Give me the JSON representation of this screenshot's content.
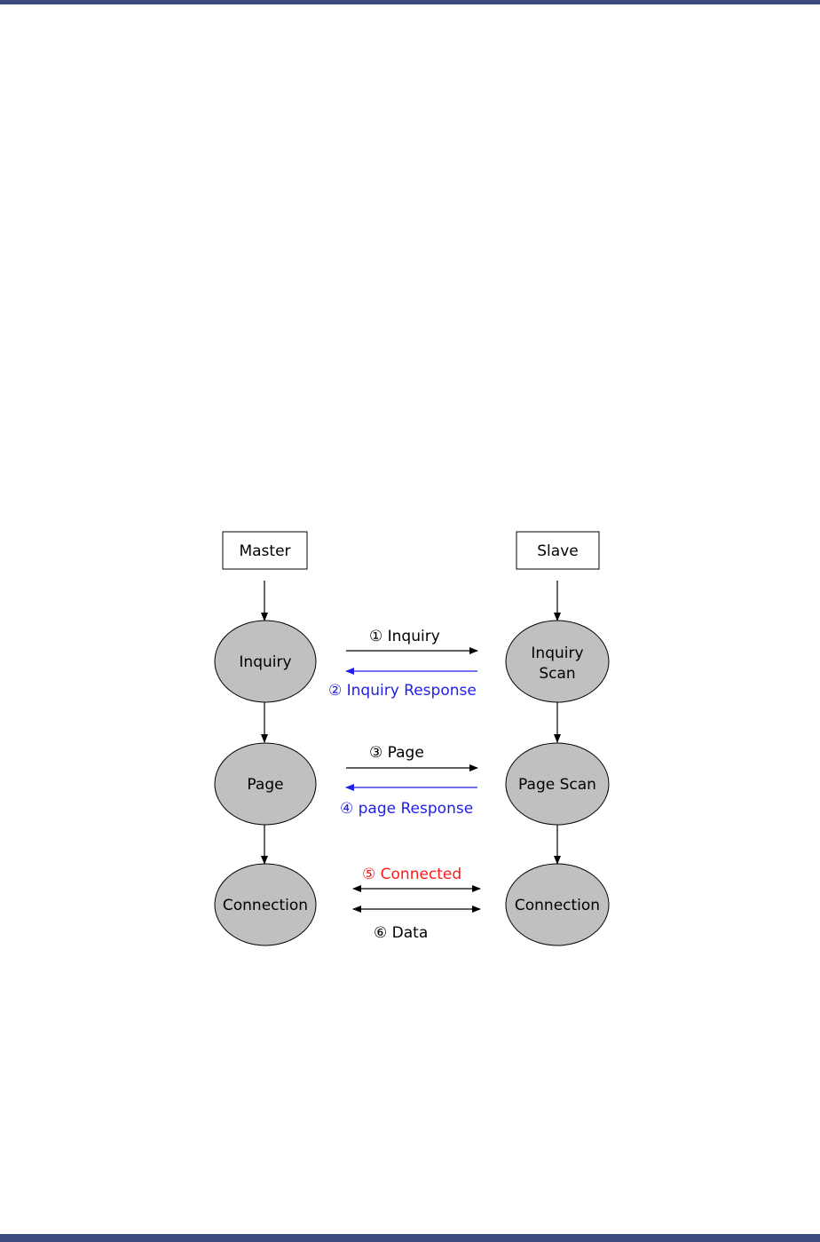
{
  "colors": {
    "frame_bar": "#3c4a82",
    "node_fill": "#c0c0c0",
    "request_arrow": "#000000",
    "response_arrow": "#1f1fe6",
    "connected": "#ff1a1a"
  },
  "diagram": {
    "master_label": "Master",
    "slave_label": "Slave",
    "master_nodes": {
      "inquiry": "Inquiry",
      "page": "Page",
      "connection": "Connection"
    },
    "slave_nodes": {
      "inquiry_scan_line1": "Inquiry",
      "inquiry_scan_line2": "Scan",
      "page_scan": "Page Scan",
      "connection": "Connection"
    },
    "messages": {
      "inquiry": "① Inquiry",
      "inquiry_response": "② Inquiry Response",
      "page": "③ Page",
      "page_response": "④ page Response",
      "connected": "⑤ Connected",
      "data": "⑥ Data"
    }
  }
}
